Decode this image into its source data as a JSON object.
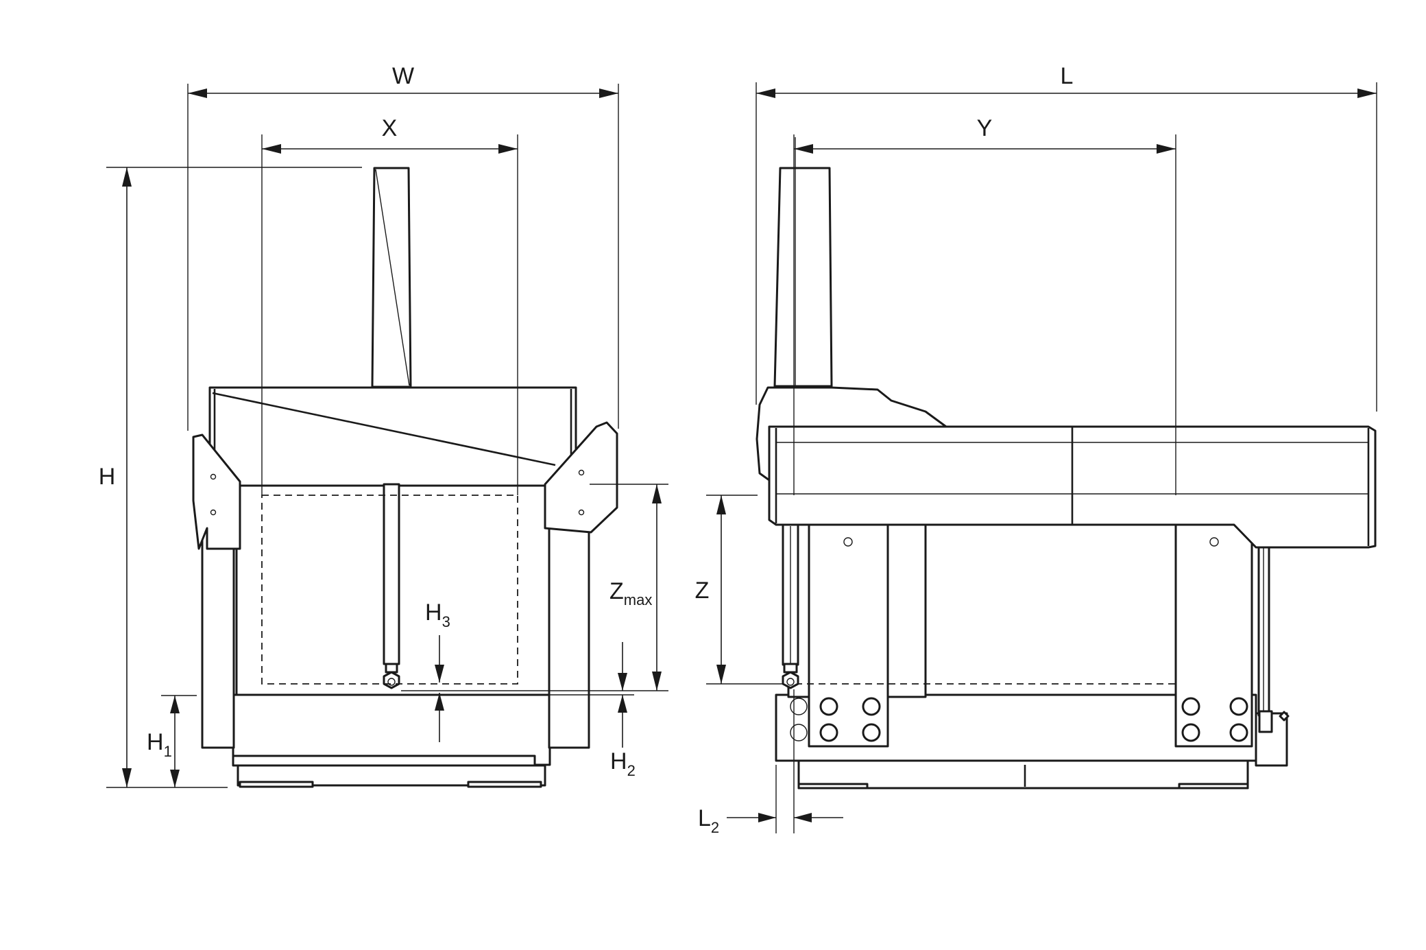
{
  "diagram": {
    "views": [
      "front-view",
      "side-view"
    ],
    "dimensions": {
      "W": "W",
      "X": "X",
      "H": "H",
      "H1": {
        "main": "H",
        "sub": "1"
      },
      "H2": {
        "main": "H",
        "sub": "2"
      },
      "H3": {
        "main": "H",
        "sub": "3"
      },
      "Zmax": {
        "main": "Z",
        "sub": "max"
      },
      "L": "L",
      "Y": "Y",
      "Z": "Z",
      "L2": {
        "main": "L",
        "sub": "2"
      }
    }
  }
}
